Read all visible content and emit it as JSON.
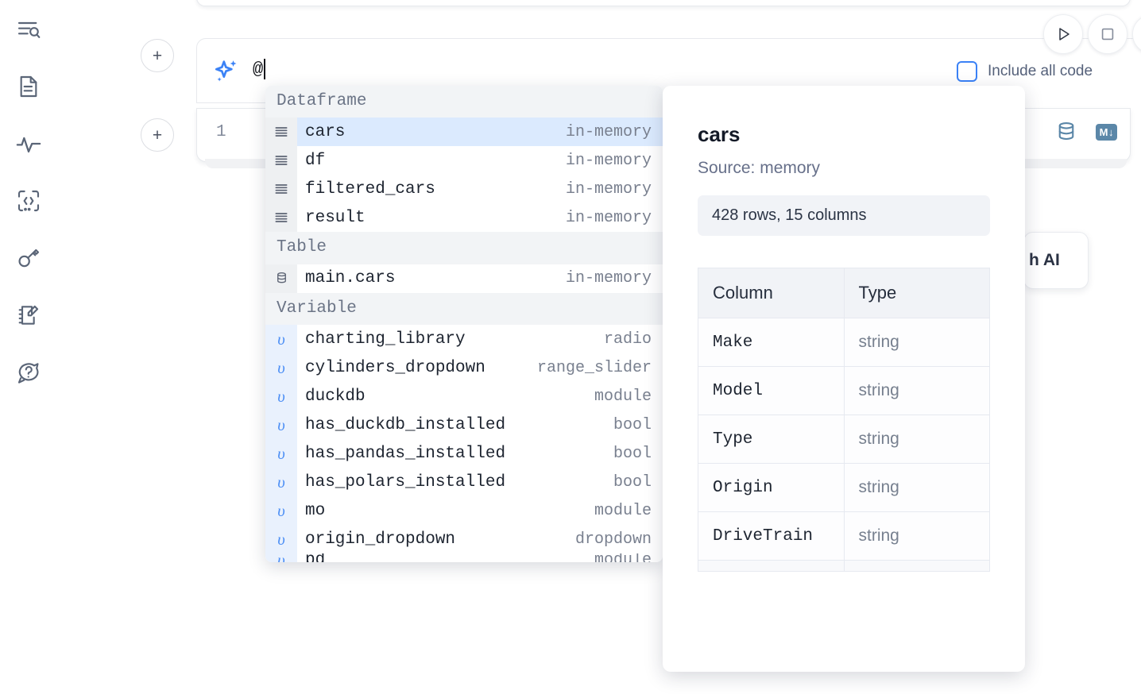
{
  "sidebar": {
    "items": [
      {
        "name": "search-outline-icon",
        "label": "Outline search"
      },
      {
        "name": "document-icon",
        "label": "Documentation"
      },
      {
        "name": "activity-icon",
        "label": "Activity"
      },
      {
        "name": "code-snippet-icon",
        "label": "Snippets"
      },
      {
        "name": "key-icon",
        "label": "Secrets"
      },
      {
        "name": "notebook-edit-icon",
        "label": "Scratchpad"
      },
      {
        "name": "help-chat-icon",
        "label": "Help"
      }
    ]
  },
  "toolbar": {
    "run_label": "Run",
    "stop_label": "Stop",
    "more_label": "More",
    "include_all_code_label": "Include all code",
    "include_all_code_checked": false
  },
  "ai_prompt": {
    "value": "@",
    "placeholder": "",
    "icon": "sparkles-icon"
  },
  "add_cell": {
    "top_label": "+",
    "bottom_label": "+"
  },
  "code_cell": {
    "line_number": "1",
    "database_icon": "database-icon",
    "markdown_badge": "M",
    "markdown_arrow": "↓"
  },
  "ai_pill": {
    "label": "h AI"
  },
  "autocomplete": {
    "groups": [
      {
        "label": "Dataframe",
        "icon": "dataframe-icon",
        "gutter_kind": "plain",
        "items": [
          {
            "name": "cars",
            "type": "in-memory",
            "selected": true
          },
          {
            "name": "df",
            "type": "in-memory",
            "selected": false
          },
          {
            "name": "filtered_cars",
            "type": "in-memory",
            "selected": false
          },
          {
            "name": "result",
            "type": "in-memory",
            "selected": false
          }
        ]
      },
      {
        "label": "Table",
        "icon": "table-database-icon",
        "gutter_kind": "plain",
        "items": [
          {
            "name": "main.cars",
            "type": "in-memory",
            "selected": false
          }
        ]
      },
      {
        "label": "Variable",
        "icon": "variable-icon",
        "gutter_kind": "var",
        "items": [
          {
            "name": "charting_library",
            "type": "radio",
            "selected": false
          },
          {
            "name": "cylinders_dropdown",
            "type": "range_slider",
            "selected": false
          },
          {
            "name": "duckdb",
            "type": "module",
            "selected": false
          },
          {
            "name": "has_duckdb_installed",
            "type": "bool",
            "selected": false
          },
          {
            "name": "has_pandas_installed",
            "type": "bool",
            "selected": false
          },
          {
            "name": "has_polars_installed",
            "type": "bool",
            "selected": false
          },
          {
            "name": "mo",
            "type": "module",
            "selected": false
          },
          {
            "name": "origin_dropdown",
            "type": "dropdown",
            "selected": false
          },
          {
            "name": "pd",
            "type": "module",
            "selected": false,
            "clipped": true
          }
        ]
      }
    ]
  },
  "detail": {
    "title": "cars",
    "source": "Source: memory",
    "shape": "428 rows, 15 columns",
    "table": {
      "headers": [
        "Column",
        "Type"
      ],
      "rows": [
        [
          "Make",
          "string"
        ],
        [
          "Model",
          "string"
        ],
        [
          "Type",
          "string"
        ],
        [
          "Origin",
          "string"
        ],
        [
          "DriveTrain",
          "string"
        ]
      ]
    }
  },
  "colors": {
    "accent_blue": "#3b82f6",
    "selected_row": "#dbeafe",
    "group_header_bg": "#f2f4f6",
    "gutter_bg": "#eef0f2",
    "var_gutter_bg": "#e9f1fd",
    "icon_slate": "#5a6577",
    "cell_icon": "#5b87a8"
  }
}
